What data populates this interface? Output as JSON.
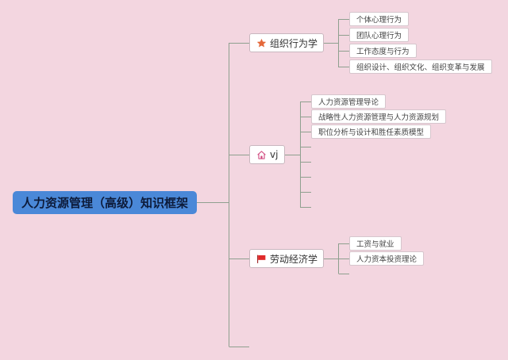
{
  "root": {
    "title": "人力资源管理（高级）知识框架",
    "color": "#4a88d8"
  },
  "branches": [
    {
      "label": "组织行为学",
      "icon": "star-icon",
      "children": [
        "个体心理行为",
        "团队心理行为",
        "工作态度与行为",
        "组织设计、组织文化、组织变革与发展"
      ]
    },
    {
      "label": "vj",
      "icon": "home-icon",
      "children": [
        "人力资源管理导论",
        "战略性人力资源管理与人力资源规划",
        "职位分析与设计和胜任素质模型"
      ]
    },
    {
      "label": "劳动经济学",
      "icon": "red-flag-icon",
      "children": [
        "工资与就业",
        "人力资本投资理论"
      ]
    }
  ],
  "colors": {
    "background": "#f3d6e0",
    "connector": "#8fa08f"
  }
}
